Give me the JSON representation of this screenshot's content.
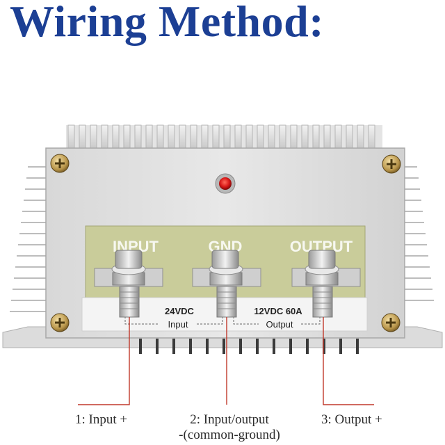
{
  "title": "Wiring Method:",
  "panel": {
    "terminal_labels": [
      "INPUT",
      "GND",
      "OUTPUT"
    ],
    "input_voltage": "24VDC",
    "input_label": "Input",
    "output_rating": "12VDC 60A",
    "output_label": "Output"
  },
  "captions": {
    "input_plus": "1: Input +",
    "common_line1": "2: Input/output",
    "common_line2": "-(common-ground)",
    "output_plus": "3: Output +"
  },
  "colors": {
    "title": "#1c3f94",
    "leader_lines": "#c0392b",
    "indicator_led": "#d81818",
    "pcb": "#c9cc9a"
  }
}
